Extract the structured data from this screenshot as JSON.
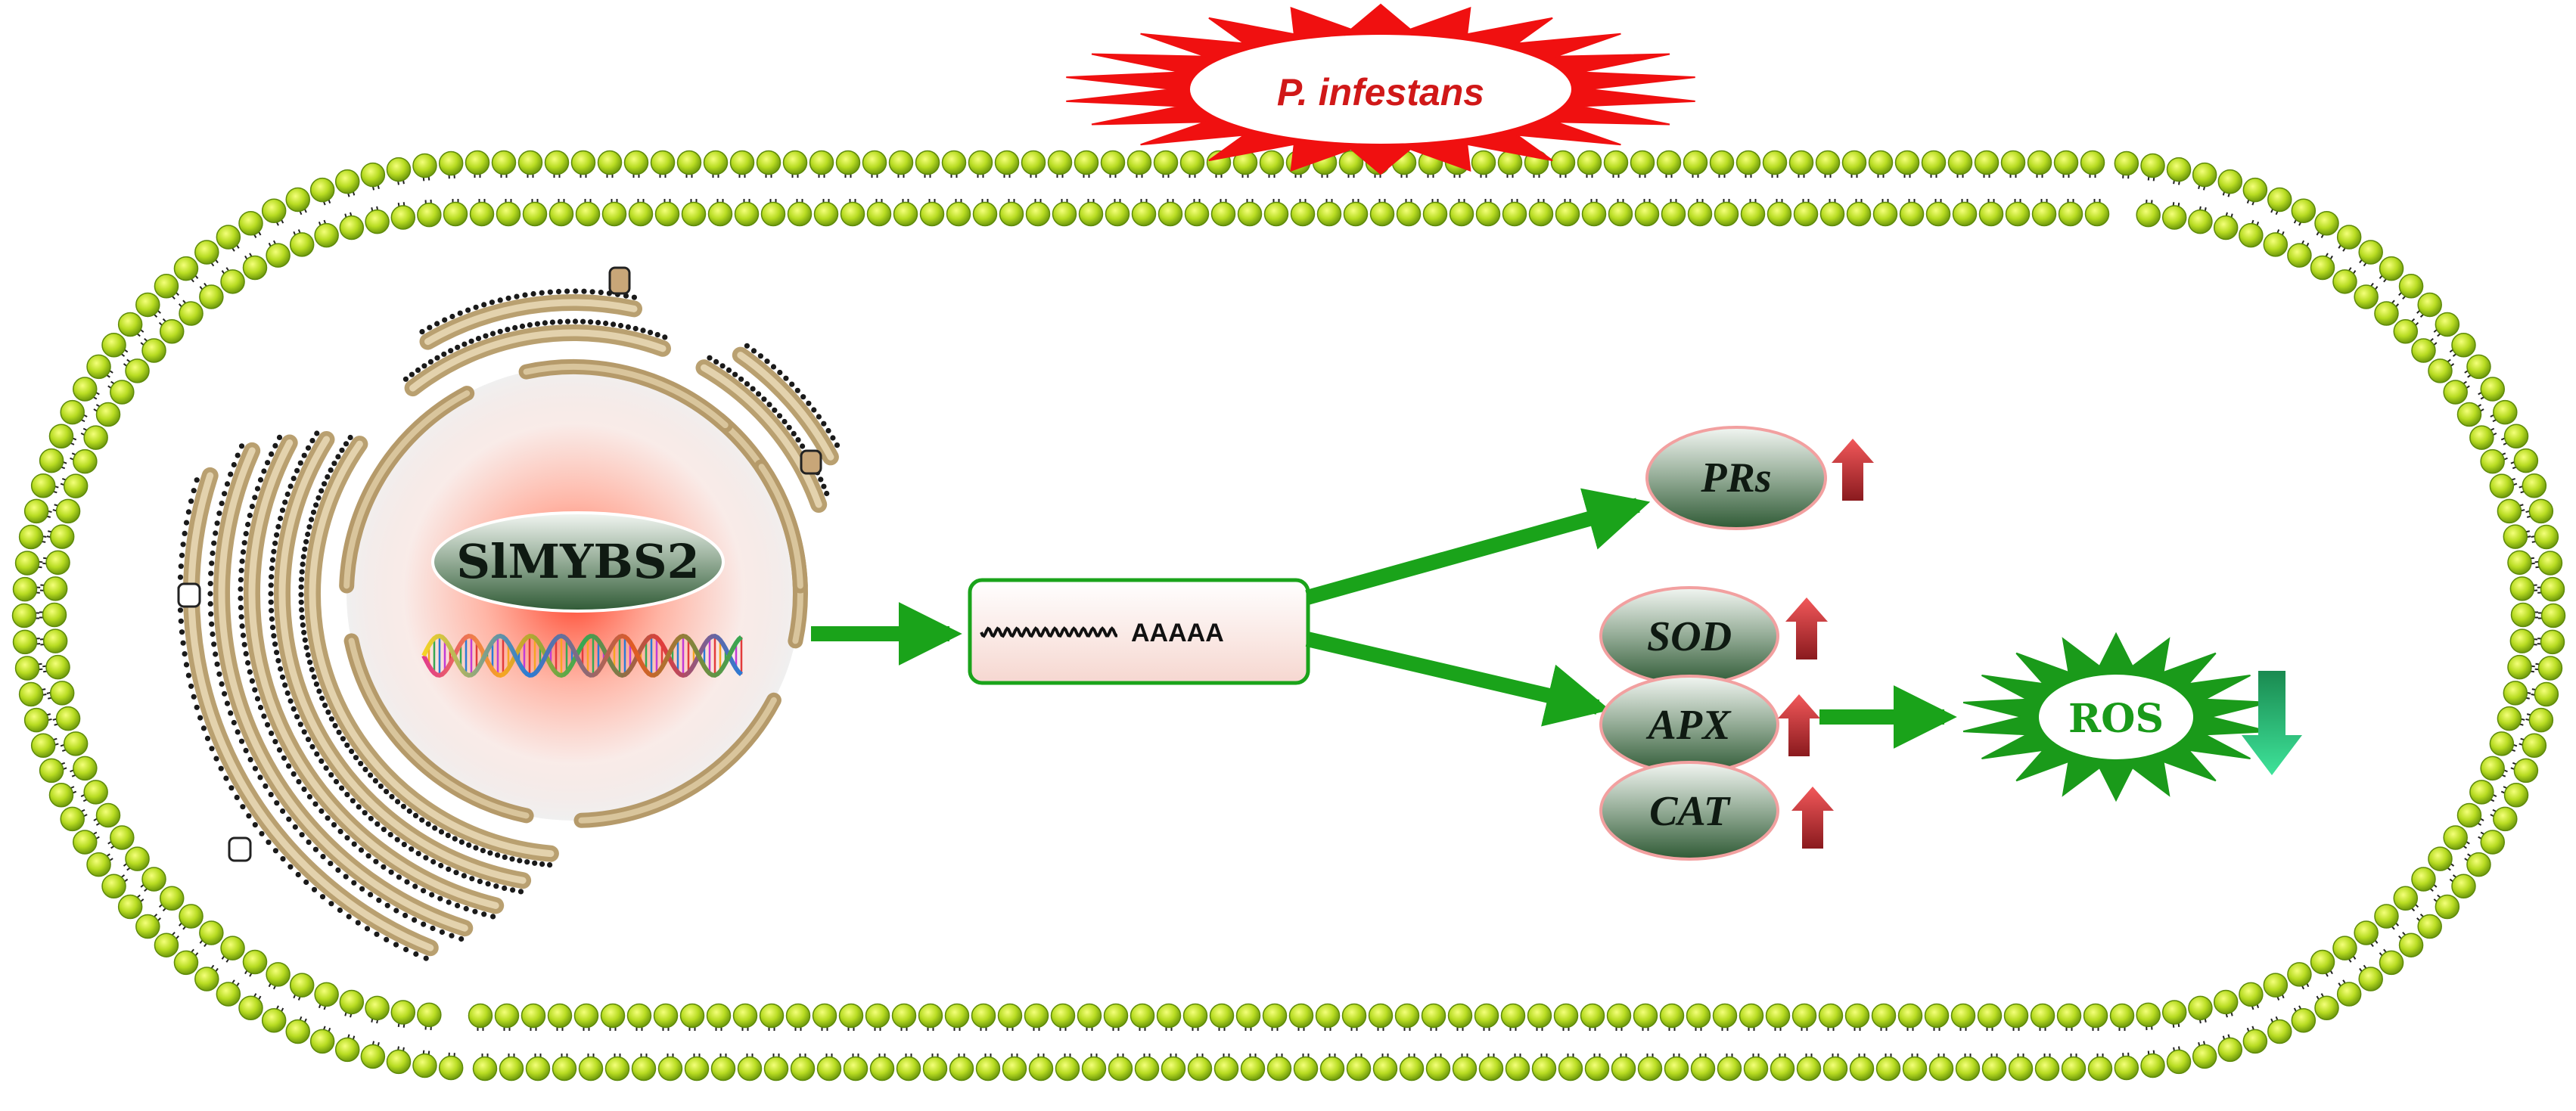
{
  "pathogen": {
    "label": "P. infestans"
  },
  "gene": {
    "label": "SlMYBS2"
  },
  "transcript": {
    "polyA": "AAAAA"
  },
  "outputs": [
    {
      "id": "prs",
      "label": "PRs",
      "trend": "up"
    },
    {
      "id": "sod",
      "label": "SOD",
      "trend": "up"
    },
    {
      "id": "apx",
      "label": "APX",
      "trend": "up"
    },
    {
      "id": "cat",
      "label": "CAT",
      "trend": "up"
    }
  ],
  "ros": {
    "label": "ROS",
    "trend": "down"
  },
  "colors": {
    "membrane_head": "#9acd1a",
    "pathway_arrow": "#1aa31a",
    "up_arrow": "#c0242a",
    "down_arrow": "#1fb87a",
    "burst": "#f01010",
    "ros_burst": "#1a9a1a",
    "nucleus_glow": "#ff5a3c",
    "er": "#b9a070"
  }
}
